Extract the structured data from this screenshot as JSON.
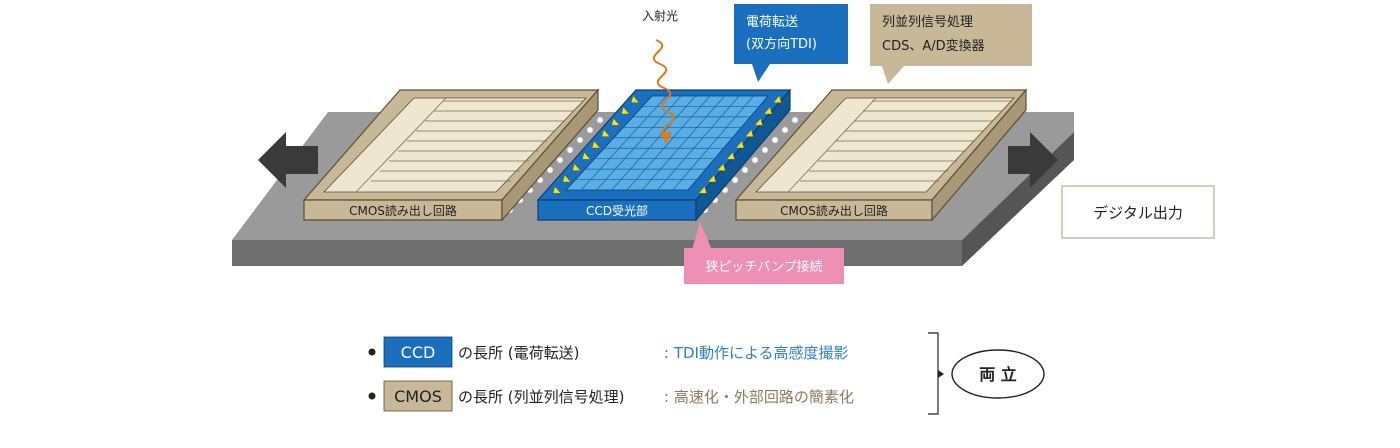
{
  "labels": {
    "incident_light": "入射光",
    "charge_transfer_line1": "電荷転送",
    "charge_transfer_line2": "(双方向TDI)",
    "column_processing_line1": "列並列信号処理",
    "column_processing_line2": "CDS、A/D変換器",
    "cmos_readout_left": "CMOS読み出し回路",
    "ccd_receiver": "CCD受光部",
    "cmos_readout_right": "CMOS読み出し回路",
    "narrow_pitch_bump": "狭ピッチバンプ接続",
    "digital_output": "デジタル出力"
  },
  "legend": {
    "ccd_badge": "CCD",
    "ccd_text": "の長所 (電荷転送)",
    "ccd_result": ": TDI動作による高感度撮影",
    "cmos_badge": "CMOS",
    "cmos_text": "の長所 (列並列信号処理)",
    "cmos_result": ": 高速化・外部回路の簡素化",
    "both": "両 立"
  },
  "colors": {
    "ccd_blue": "#1a6fbf",
    "ccd_grid": "#5aaee6",
    "cmos_tan": "#c8b898",
    "cmos_inner": "#efe6d2",
    "board_gray": "#8e8e8e",
    "callout_pink": "#ee8fb5",
    "arrow_dark": "#3a3a3a",
    "light_orange": "#e07a14",
    "triangle_yellow": "#f2e21a"
  }
}
